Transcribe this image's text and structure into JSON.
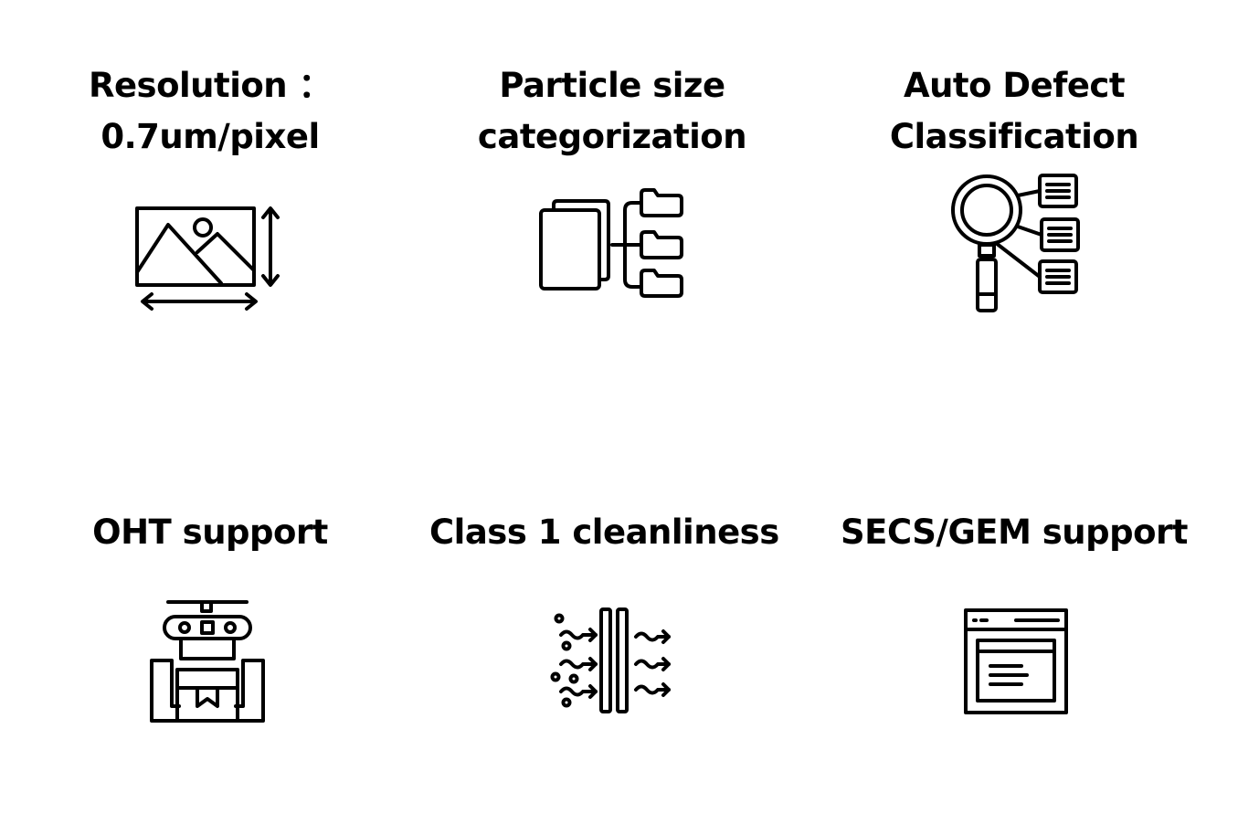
{
  "features": [
    {
      "title_line1": "Resolution ：",
      "title_line2": "0.7um/pixel",
      "icon": "image-resolution-icon"
    },
    {
      "title_line1": "Particle size",
      "title_line2": "categorization",
      "icon": "file-folders-icon"
    },
    {
      "title_line1": "Auto Defect",
      "title_line2": "Classification",
      "icon": "magnifier-classification-icon"
    },
    {
      "title_line1": "OHT support",
      "icon": "overhead-transport-icon"
    },
    {
      "title_line1": "Class 1 cleanliness",
      "icon": "air-filter-icon"
    },
    {
      "title_line1": "SECS/GEM support",
      "icon": "browser-window-icon"
    }
  ]
}
